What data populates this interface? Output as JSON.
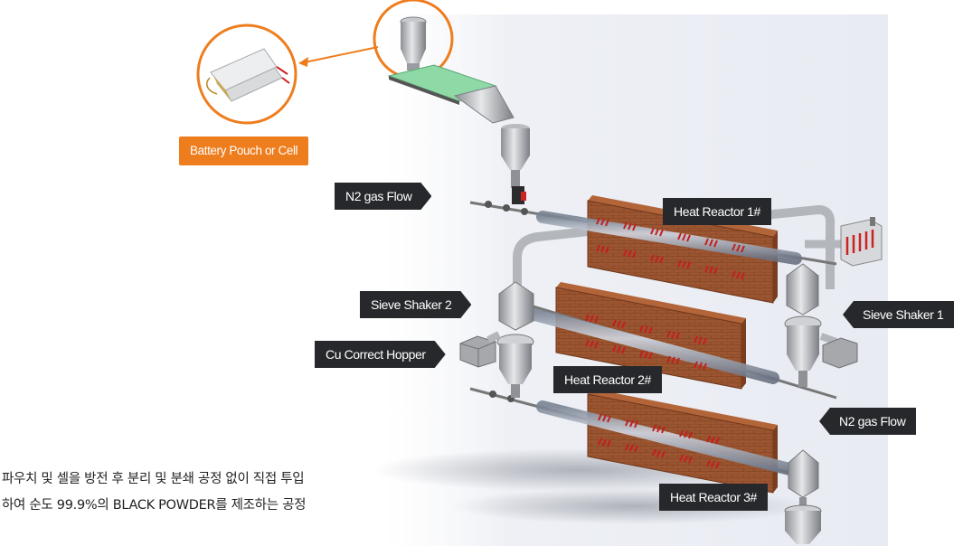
{
  "labels": {
    "battery": "Battery Pouch or Cell",
    "n2_top": "N2 gas Flow",
    "heat1": "Heat Reactor 1#",
    "sieve2": "Sieve Shaker 2",
    "sieve1": "Sieve Shaker 1",
    "cu_hopper": "Cu Correct Hopper",
    "heat2": "Heat Reactor 2#",
    "n2_bottom": "N2 gas Flow",
    "heat3": "Heat Reactor 3#"
  },
  "caption": {
    "line1": "파우치 및 셀을 방전 후 분리 및 분쇄 공정 없이 직접 투입",
    "line2": "하여 순도 99.9%의 BLACK POWDER를 제조하는 공정"
  },
  "colors": {
    "accent": "#ee7d1e",
    "label_bg": "#26282b",
    "reactor": "#8b4a2a",
    "heater_marks": "#c41e1e",
    "conveyor": "#8fd9a6"
  }
}
